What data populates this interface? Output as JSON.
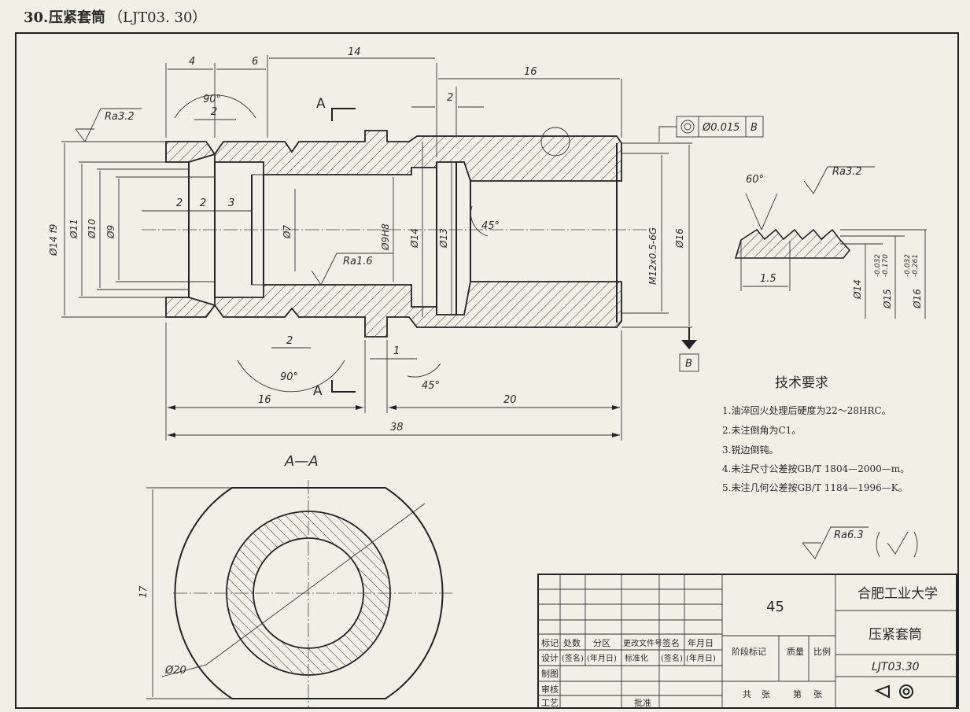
{
  "header": {
    "number": "30.",
    "title": "压紧套筒",
    "code": "（LJT03. 30）"
  },
  "dimensions": {
    "d4": "4",
    "d6": "6",
    "d14": "14",
    "d16_top": "16",
    "d2_groove": "2",
    "d2_top_left": "2",
    "d2_bottom": "2",
    "d1": "1",
    "angle90_top": "90°",
    "angle90_bottom": "90°",
    "angle45_inner": "45°",
    "angle45_bottom": "45°",
    "dia14f9": "Ø14 f9",
    "dia11": "Ø11",
    "dia10": "Ø10",
    "dia9": "Ø9",
    "dia7": "Ø7",
    "dia9h8": "Ø9H8",
    "dia14": "Ø14",
    "dia13": "Ø13",
    "thread": "M12x0.5-6G",
    "dia16": "Ø16",
    "in2a": "2",
    "in2b": "2",
    "in3": "3",
    "len16": "16",
    "len20": "20",
    "len38": "38",
    "section_label_top": "A",
    "section_label_bottom": "A",
    "section_title": "A—A",
    "sec_17": "17",
    "sec_dia20": "Ø20"
  },
  "roughness": {
    "ra32_left": "Ra3.2",
    "ra16": "Ra1.6",
    "ra32_thread": "Ra3.2",
    "ra63": "Ra6.3"
  },
  "tolerance": {
    "value": "Ø0.015",
    "datum": "B",
    "datum_label": "B"
  },
  "thread_detail": {
    "angle": "60°",
    "pitch": "1.5",
    "d14": "Ø14",
    "d15": "Ø15",
    "d15_tol_upper": "-0.032",
    "d15_tol_lower": "-0.170",
    "d16": "Ø16",
    "d16_tol_upper": "-0.032",
    "d16_tol_lower": "-0.261"
  },
  "tech_requirements": {
    "title": "技术要求",
    "items": [
      "1.油淬回火处理后硬度为22～28HRC。",
      "2.未注倒角为C1。",
      "3.锐边倒钝。",
      "4.未注尺寸公差按GB/T 1804—2000—m。",
      "5.未注几何公差按GB/T 1184—1996—K。"
    ]
  },
  "title_block": {
    "material": "45",
    "school": "合肥工业大学",
    "part_name": "压紧套筒",
    "drawing_no": "LJT03.30",
    "row_biaoji": [
      "标记",
      "处数",
      "分区",
      "更改文件号",
      "签名",
      "年月日"
    ],
    "row_sheji": [
      "设计",
      "(签名)",
      "(年月日)",
      "标准化",
      "(签名)",
      "(年月日)"
    ],
    "jieduan": "阶段标记",
    "zhiliang": "质量",
    "bili": "比例",
    "zhitu": "制图",
    "shenhe": "审核",
    "gongyi": "工艺",
    "pizhun": "批准",
    "gong": "共",
    "zhang1": "张",
    "di": "第",
    "zhang2": "张"
  }
}
